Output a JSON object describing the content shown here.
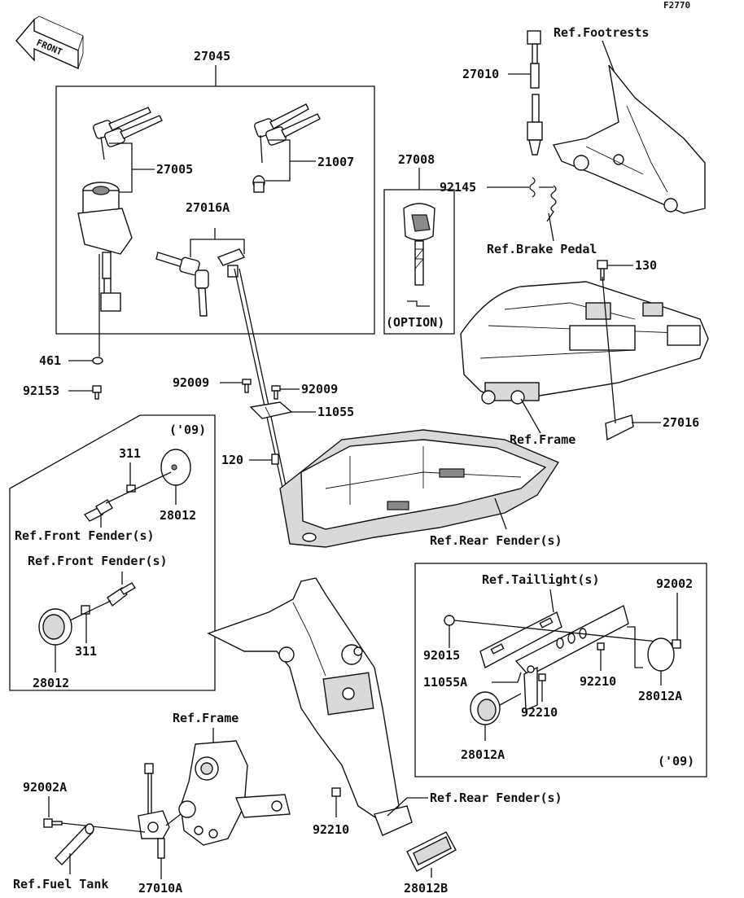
{
  "diagram_code": "F2770",
  "front_arrow": {
    "label": "FRONT",
    "icon": "front-arrow-icon"
  },
  "labels": {
    "p27045": "27045",
    "p27005": "27005",
    "p21007": "21007",
    "p27016A": "27016A",
    "p27008": "27008",
    "option": "(OPTION)",
    "p27010": "27010",
    "ref_footrests": "Ref.Footrests",
    "p92145": "92145",
    "ref_brake_pedal": "Ref.Brake Pedal",
    "p130": "130",
    "p461": "461",
    "p92153": "92153",
    "p92009_left": "92009",
    "p92009_right": "92009",
    "p11055": "11055",
    "p120": "120",
    "p27016": "27016",
    "ref_frame_top": "Ref.Frame",
    "ref_rear_fender_mid": "Ref.Rear Fender(s)",
    "year_09_left": "('09)",
    "p311_top": "311",
    "p28012_top": "28012",
    "ref_front_fender_a": "Ref.Front Fender(s)",
    "ref_front_fender_b": "Ref.Front Fender(s)",
    "p311_bottom": "311",
    "p28012_bottom": "28012",
    "ref_taillight": "Ref.Taillight(s)",
    "p92002": "92002",
    "p92015": "92015",
    "p11055A": "11055A",
    "p92210_a": "92210",
    "p92210_b": "92210",
    "p28012A_right": "28012A",
    "p28012A_bottom": "28012A",
    "year_09_right": "('09)",
    "ref_frame_bottom": "Ref.Frame",
    "p92002A": "92002A",
    "p92210_c": "92210",
    "ref_rear_fender_bottom": "Ref.Rear Fender(s)",
    "ref_fuel_tank": "Ref.Fuel Tank",
    "p27010A": "27010A",
    "p28012B": "28012B"
  },
  "icons": [
    "front-arrow-icon",
    "ignition-switch-icon",
    "key-icon",
    "kawasaki-logo-icon",
    "brake-light-switch-icon",
    "spring-icon",
    "bolt-icon",
    "rear-frame-icon",
    "rear-fender-icon",
    "license-plate-bracket-icon",
    "reflector-icon",
    "fuel-tank-switch-icon"
  ]
}
